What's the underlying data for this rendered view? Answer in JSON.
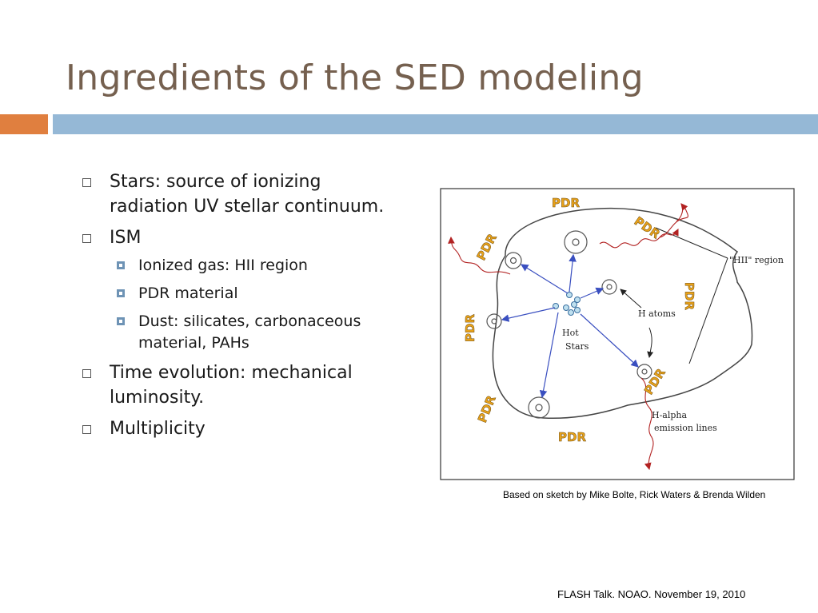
{
  "slide": {
    "title": "Ingredients of the SED modeling",
    "bullets": {
      "stars": "Stars: source of ionizing radiation UV stellar continuum.",
      "ism": "ISM",
      "ism_items": [
        "Ionized gas: HII region",
        "PDR material",
        "Dust: silicates, carbonaceous material, PAHs"
      ],
      "time": "Time evolution: mechanical luminosity.",
      "multiplicity": "Multiplicity"
    },
    "diagram": {
      "pdr_label": "PDR",
      "hii_region": "\"HII\" region",
      "h_atoms": "H atoms",
      "hot": "Hot",
      "stars": "Stars",
      "halpha_1": "H-alpha",
      "halpha_2": "emission lines"
    },
    "caption": "Based on sketch by Mike Bolte, Rick Waters & Brenda Wilden",
    "footer": "FLASH Talk. NOAO. November 19, 2010"
  },
  "colors": {
    "title": "#75604f",
    "accent_orange": "#e07f3f",
    "accent_blue": "#95b8d6",
    "pdr_label": "#e8a21a",
    "arrow_blue": "#3a4fc0",
    "wavy_red": "#b22222"
  }
}
